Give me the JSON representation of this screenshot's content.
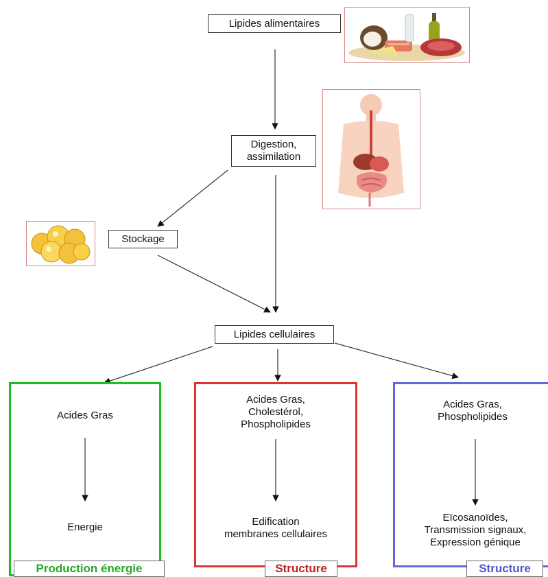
{
  "nodes": {
    "dietary": "Lipides alimentaires",
    "digestion_1": "Digestion,",
    "digestion_2": "assimilation",
    "storage": "Stockage",
    "cellular": "Lipides cellulaires"
  },
  "panels": {
    "energy": {
      "title": "Production énergie",
      "top": "Acides Gras",
      "bottom": "Energie",
      "color": "#22bb22",
      "title_color": "#22aa22"
    },
    "membranes": {
      "title": "Structure",
      "top_1": "Acides Gras,",
      "top_2": "Cholestérol,",
      "top_3": "Phospholipides",
      "bottom_1": "Edification",
      "bottom_2": "membranes cellulaires",
      "color": "#dd3333",
      "title_color": "#bb2222"
    },
    "signaling": {
      "title": "Structure",
      "top_1": "Acides Gras,",
      "top_2": "Phospholipides",
      "bottom_1": "Eïcosanoïdes,",
      "bottom_2": "Transmission signaux,",
      "bottom_3": "Expression génique",
      "color": "#6666dd",
      "title_color": "#5555cc"
    }
  },
  "images": {
    "food": "food-illustration",
    "body": "digestive-system-illustration",
    "fat": "fat-cells-illustration"
  }
}
